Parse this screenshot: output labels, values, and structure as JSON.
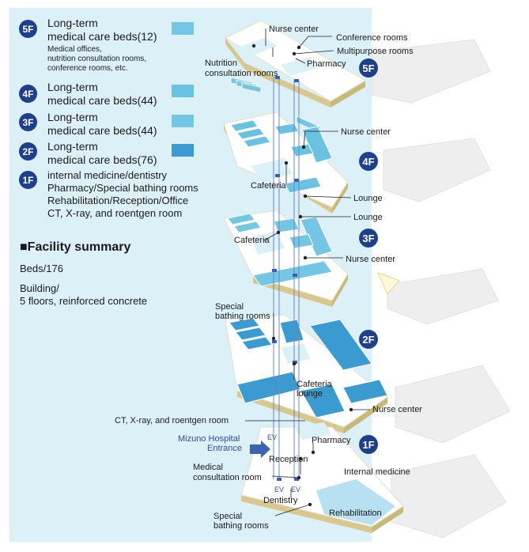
{
  "colors": {
    "panel_bg": "#dcf0f8",
    "badge": "#1e3f8a",
    "beds_12": "#74c6e4",
    "beds_44_4f": "#6ac2e2",
    "beds_44_3f": "#74c6e4",
    "beds_76": "#3b9bd0",
    "floor_top": "#ffffff",
    "floor_edge": "#d8c88e",
    "other_wing": "#eeeeee"
  },
  "legend": [
    {
      "badge": "5F",
      "line1": "Long-term",
      "line2": "medical care beds(12)",
      "note": [
        "Medical offices,",
        "nutrition consultation rooms,",
        "conference rooms, etc."
      ]
    },
    {
      "badge": "4F",
      "line1": "Long-term",
      "line2": "medical care beds(44)"
    },
    {
      "badge": "3F",
      "line1": "Long-term",
      "line2": "medical care beds(44)"
    },
    {
      "badge": "2F",
      "line1": "Long-term",
      "line2": "medical care beds(76)"
    },
    {
      "badge": "1F",
      "lines": [
        "internal medicine/dentistry",
        "Pharmacy/Special bathing rooms",
        "Rehabilitation/Reception/Office",
        "CT, X-ray, and roentgen room"
      ]
    }
  ],
  "summary": {
    "heading": "■Facility summary",
    "beds": "Beds/176",
    "building_1": "Building/",
    "building_2": "5 floors, reinforced concrete"
  },
  "floor_badges": {
    "f5": "5F",
    "f4": "4F",
    "f3": "3F",
    "f2": "2F",
    "f1": "1F"
  },
  "labels": {
    "f5_nurse_center": "Nurse center",
    "f5_conference_rooms": "Conference rooms",
    "f5_multipurpose_rooms": "Multipurpose rooms",
    "f5_pharmacy": "Pharmacy",
    "f5_nutrition_1": "Nutrition",
    "f5_nutrition_2": "consultation rooms",
    "f4_nurse_center": "Nurse center",
    "f4_cafeteria": "Cafeteria",
    "f4_lounge": "Lounge",
    "f3_lounge": "Lounge",
    "f3_cafeteria": "Cafeteria",
    "f3_nurse_center": "Nurse center",
    "f2_special_bathing_1": "Special",
    "f2_special_bathing_2": "bathing rooms",
    "f2_cafeteria_1": "Cafeteria",
    "f2_cafeteria_2": "lounge",
    "f2_nurse_center": "Nurse center",
    "f1_ct_room": "CT, X-ray, and roentgen room",
    "f1_entrance_1": "Mizuno Hospital",
    "f1_entrance_2": "Entrance",
    "f1_pharmacy": "Pharmacy",
    "f1_reception": "Reception",
    "f1_medical_1": "Medical",
    "f1_medical_2": "consultation room",
    "f1_internal_medicine": "Internal medicine",
    "f1_dentistry": "Dentistry",
    "f1_rehabilitation": "Rehabilitation",
    "f1_special_bathing_1": "Special",
    "f1_special_bathing_2": "bathing rooms",
    "ev_1": "EV",
    "ev_2": "EV",
    "ev_3": "EV"
  }
}
